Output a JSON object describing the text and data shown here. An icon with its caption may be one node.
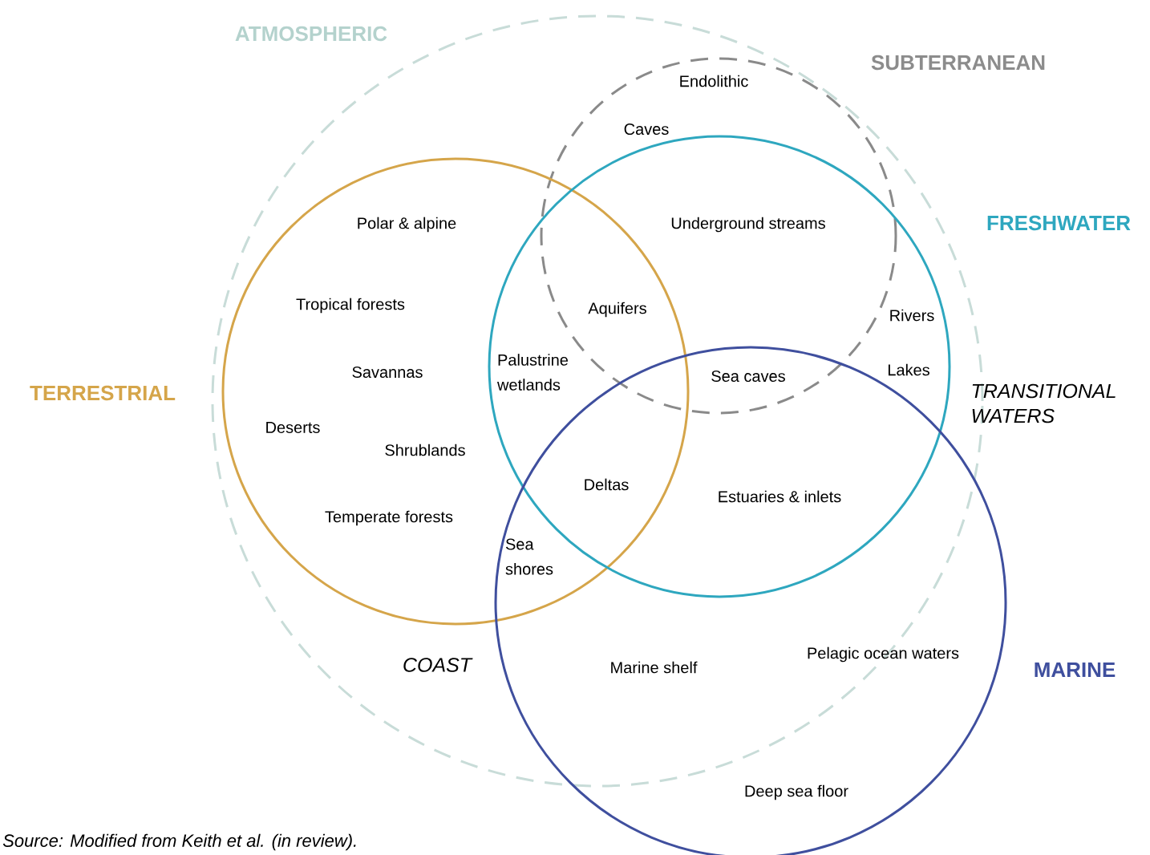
{
  "diagram": {
    "caption": "Source: Modified from Keith et al. (in review).",
    "nodes": [
      {
        "text": [
          "ATMOSPHERIC"
        ]
      },
      {
        "text": [
          "SUBTERRANEAN"
        ],
        "in": 0
      },
      {
        "text": [
          "TERRESTRIAL"
        ],
        "in": 0
      },
      {
        "text": [
          "FRESHWATER"
        ],
        "in": 0
      },
      {
        "text": [
          "MARINE"
        ]
      }
    ],
    "labels": [
      "Endolithic",
      "Caves",
      "Polar & alpine",
      "Underground streams",
      "Tropical forests",
      "Aquifers",
      "Rivers",
      "Palustrine wetlands",
      "Savannas",
      "Sea caves",
      "Lakes",
      "TRANSITIONAL WATERS",
      "Deserts",
      "Shrublands",
      "Deltas",
      "Estuaries & inlets",
      "Temperate forests",
      "Sea shores",
      "COAST",
      "Marine shelf",
      "Pelagic ocean waters",
      "Deep sea floor"
    ]
  }
}
